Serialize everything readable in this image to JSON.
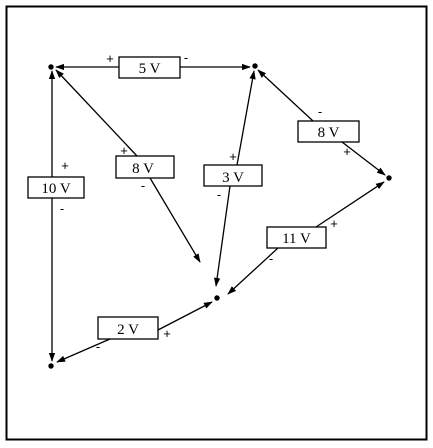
{
  "nodes": [
    "top-left",
    "top-middle",
    "right",
    "bottom-center",
    "bottom-left"
  ],
  "sources": [
    {
      "id": "v1",
      "label": "5 V",
      "plus": "+",
      "minus": "-"
    },
    {
      "id": "v2",
      "label": "10 V",
      "plus": "+",
      "minus": "-"
    },
    {
      "id": "v3",
      "label": "8 V",
      "plus": "+",
      "minus": "-"
    },
    {
      "id": "v4",
      "label": "3 V",
      "plus": "+",
      "minus": "-"
    },
    {
      "id": "v5",
      "label": "8 V",
      "plus": "+",
      "minus": "-"
    },
    {
      "id": "v6",
      "label": "11 V",
      "plus": "+",
      "minus": "-"
    },
    {
      "id": "v7",
      "label": "2 V",
      "plus": "+",
      "minus": "-"
    }
  ]
}
